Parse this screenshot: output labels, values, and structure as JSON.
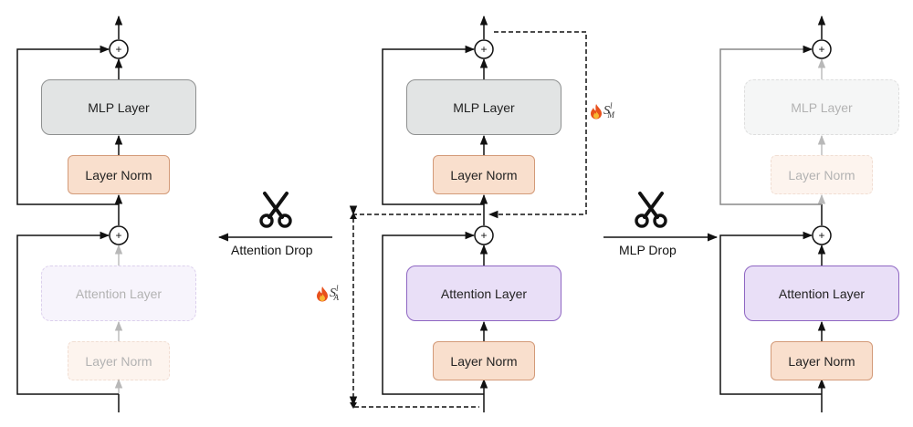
{
  "blocks": {
    "mlp_label": "MLP Layer",
    "layer_norm_label": "Layer Norm",
    "attention_label": "Attention Layer"
  },
  "residual_symbol": "+",
  "operations": {
    "attention_drop": "Attention Drop",
    "mlp_drop": "MLP Drop"
  },
  "scores": {
    "mlp_symbol": "S",
    "mlp_sub": "M",
    "mlp_sup": "l",
    "attention_symbol": "S",
    "attention_sub": "A",
    "attention_sup": "l"
  },
  "icons": {
    "scissors": "scissors-icon",
    "flame": "flame-icon"
  },
  "colors": {
    "mlp_fill": "#e2e4e4",
    "layer_norm_fill": "#f9dfcd",
    "attention_fill": "#e9dff7",
    "flame": "#e8501c"
  }
}
